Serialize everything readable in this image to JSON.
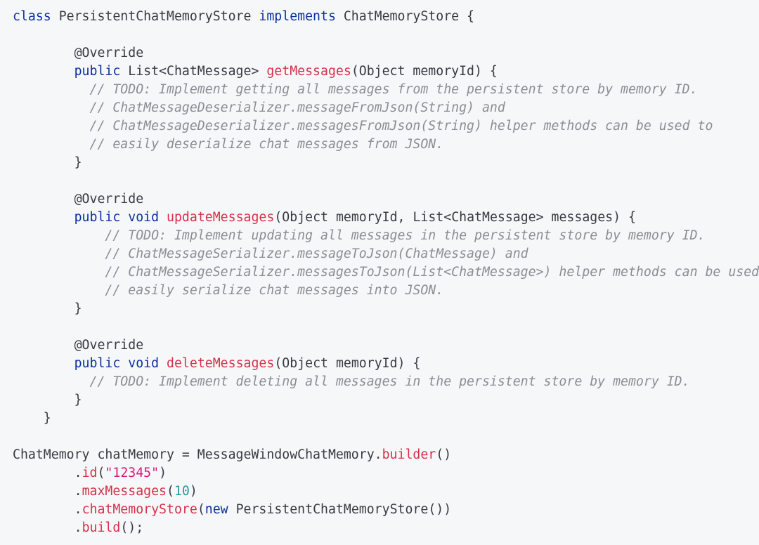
{
  "theme": {
    "background": "#f6f7f9",
    "text": "#383a42",
    "keyword": "#0b2f9e",
    "function": "#d63048",
    "string": "#d61a78",
    "number": "#2b9aa0",
    "comment": "#8a8d92"
  },
  "code": {
    "lines": [
      [
        [
          "kw",
          "class"
        ],
        [
          "txt",
          " PersistentChatMemoryStore "
        ],
        [
          "kw",
          "implements"
        ],
        [
          "txt",
          " ChatMemoryStore {"
        ]
      ],
      [],
      [
        [
          "txt",
          "        @Override"
        ]
      ],
      [
        [
          "txt",
          "        "
        ],
        [
          "kw",
          "public"
        ],
        [
          "txt",
          " List<ChatMessage> "
        ],
        [
          "fn",
          "getMessages"
        ],
        [
          "txt",
          "(Object memoryId) {"
        ]
      ],
      [
        [
          "cm",
          "          // TODO: Implement getting all messages from the persistent store by memory ID."
        ]
      ],
      [
        [
          "cm",
          "          // ChatMessageDeserializer.messageFromJson(String) and"
        ]
      ],
      [
        [
          "cm",
          "          // ChatMessageDeserializer.messagesFromJson(String) helper methods can be used to"
        ]
      ],
      [
        [
          "cm",
          "          // easily deserialize chat messages from JSON."
        ]
      ],
      [
        [
          "txt",
          "        }"
        ]
      ],
      [],
      [
        [
          "txt",
          "        @Override"
        ]
      ],
      [
        [
          "txt",
          "        "
        ],
        [
          "kw",
          "public"
        ],
        [
          "txt",
          " "
        ],
        [
          "kw",
          "void"
        ],
        [
          "txt",
          " "
        ],
        [
          "fn",
          "updateMessages"
        ],
        [
          "txt",
          "(Object memoryId, List<ChatMessage> messages) {"
        ]
      ],
      [
        [
          "cm",
          "            // TODO: Implement updating all messages in the persistent store by memory ID."
        ]
      ],
      [
        [
          "cm",
          "            // ChatMessageSerializer.messageToJson(ChatMessage) and"
        ]
      ],
      [
        [
          "cm",
          "            // ChatMessageSerializer.messagesToJson(List<ChatMessage>) helper methods can be used"
        ]
      ],
      [
        [
          "cm",
          "            // easily serialize chat messages into JSON."
        ]
      ],
      [
        [
          "txt",
          "        }"
        ]
      ],
      [],
      [
        [
          "txt",
          "        @Override"
        ]
      ],
      [
        [
          "txt",
          "        "
        ],
        [
          "kw",
          "public"
        ],
        [
          "txt",
          " "
        ],
        [
          "kw",
          "void"
        ],
        [
          "txt",
          " "
        ],
        [
          "fn",
          "deleteMessages"
        ],
        [
          "txt",
          "(Object memoryId) {"
        ]
      ],
      [
        [
          "cm",
          "          // TODO: Implement deleting all messages in the persistent store by memory ID."
        ]
      ],
      [
        [
          "txt",
          "        }"
        ]
      ],
      [
        [
          "txt",
          "    }"
        ]
      ],
      [],
      [
        [
          "txt",
          "ChatMemory chatMemory = MessageWindowChatMemory."
        ],
        [
          "fn",
          "builder"
        ],
        [
          "txt",
          "()"
        ]
      ],
      [
        [
          "txt",
          "        ."
        ],
        [
          "fn",
          "id"
        ],
        [
          "txt",
          "("
        ],
        [
          "str",
          "\"12345\""
        ],
        [
          "txt",
          ")"
        ]
      ],
      [
        [
          "txt",
          "        ."
        ],
        [
          "fn",
          "maxMessages"
        ],
        [
          "txt",
          "("
        ],
        [
          "num",
          "10"
        ],
        [
          "txt",
          ")"
        ]
      ],
      [
        [
          "txt",
          "        ."
        ],
        [
          "fn",
          "chatMemoryStore"
        ],
        [
          "txt",
          "("
        ],
        [
          "kw",
          "new"
        ],
        [
          "txt",
          " PersistentChatMemoryStore())"
        ]
      ],
      [
        [
          "txt",
          "        ."
        ],
        [
          "fn",
          "build"
        ],
        [
          "txt",
          "();"
        ]
      ]
    ]
  }
}
